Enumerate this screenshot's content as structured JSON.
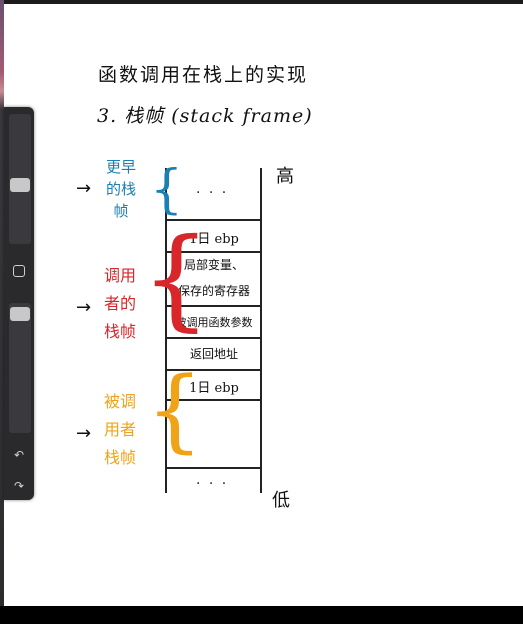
{
  "title_line1": "函数调用在栈上的实现",
  "title_line2": "3. 栈帧 (stack frame)",
  "frames": {
    "earlier": {
      "label_lines": [
        "更早",
        "的栈",
        "帧"
      ],
      "color": "#1b7fb3"
    },
    "caller": {
      "label_lines": [
        "调用",
        "者的",
        "栈帧"
      ],
      "color": "#d8262a"
    },
    "callee": {
      "label_lines": [
        "被调",
        "用者",
        "栈帧"
      ],
      "color": "#f0a317"
    }
  },
  "cells": {
    "top_dots": "· · ·",
    "old_ebp_1": "1日 ebp",
    "locals_line1": "局部变量、",
    "locals_line2": "保存的寄存器",
    "args": "被调用函数参数",
    "ret": "返回地址",
    "old_ebp_2": "1日 ebp",
    "bottom_dots": "· · ·"
  },
  "axis": {
    "high": "高",
    "low": "低"
  },
  "arrow_glyph": "→",
  "palette": {
    "square_icon": "square",
    "undo_icon": "undo-arrow",
    "redo_icon": "redo-arrow"
  }
}
